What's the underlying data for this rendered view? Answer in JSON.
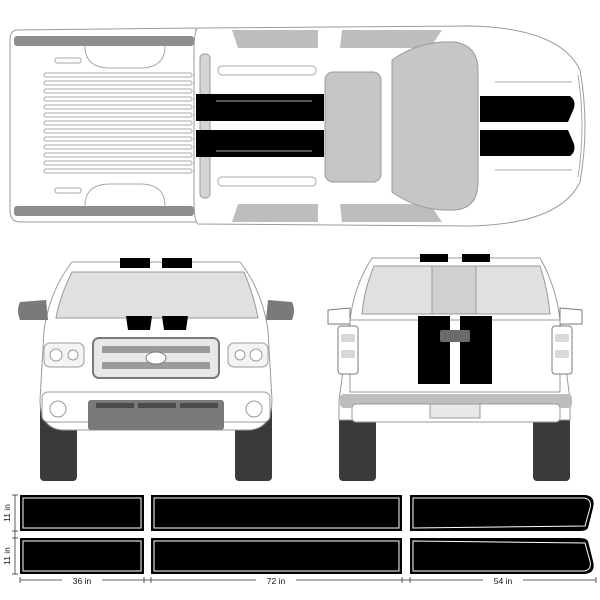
{
  "colors": {
    "stripe": "#000000",
    "body": "#ffffff",
    "outline": "#9a9a9a",
    "glass": "#cfcfcf",
    "dark_trim": "#7a7a7a",
    "tire": "#3a3a3a"
  },
  "views": {
    "top": "top-view",
    "front": "front-view",
    "rear": "rear-view"
  },
  "dimensions": {
    "stripe_height": "11 in",
    "stripe_height_2": "11 in",
    "segment_1_length": "36 in",
    "segment_2_length": "72 in",
    "segment_3_length": "54 in"
  }
}
